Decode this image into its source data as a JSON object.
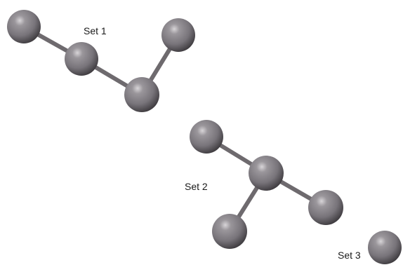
{
  "sets": [
    {
      "label": "Set 1",
      "atom_count": 4
    },
    {
      "label": "Set 2",
      "atom_count": 4
    },
    {
      "label": "Set 3",
      "atom_count": 1
    }
  ],
  "colors": {
    "atom": "#7a767b",
    "atom_highlight": "#c9c6c9",
    "atom_shadow": "#3e3b3f",
    "bond": "#6e6a6e",
    "background": "#ffffff"
  }
}
